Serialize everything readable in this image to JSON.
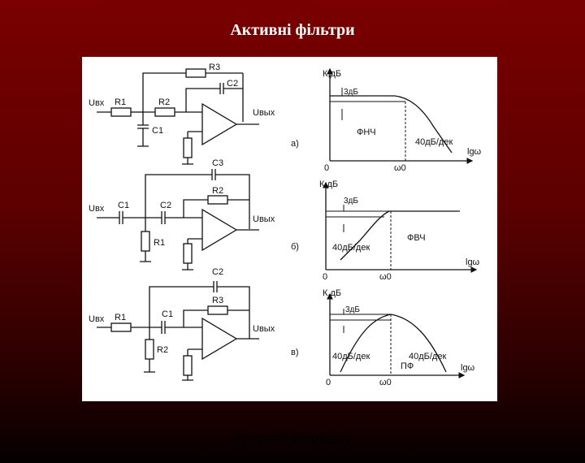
{
  "slide": {
    "title": "Активні фільтри",
    "footer": "другого порядку"
  },
  "circuits": [
    {
      "panel_label": "а)",
      "input_label": "Uвх",
      "output_label": "Uвых",
      "components": {
        "r1": "R1",
        "r2": "R2",
        "r3": "R3",
        "c1": "C1",
        "c2": "C2"
      }
    },
    {
      "panel_label": "б)",
      "input_label": "Uвх",
      "output_label": "Uвых",
      "components": {
        "c1": "C1",
        "c2": "C2",
        "c3": "C3",
        "r1": "R1",
        "r2": "R2"
      }
    },
    {
      "panel_label": "в)",
      "input_label": "Uвх",
      "output_label": "Uвых",
      "components": {
        "r1": "R1",
        "c1": "C1",
        "r2": "R2",
        "r3": "R3",
        "c2": "C2"
      }
    }
  ],
  "graphs": [
    {
      "ylabel": "К,дБ",
      "xlabel": "lgω",
      "origin": "0",
      "cutoff": "ω0",
      "drop_label": "3дБ",
      "filter_label": "ФНЧ",
      "slope_labels": [
        "40дБ/дек"
      ]
    },
    {
      "ylabel": "К,дБ",
      "xlabel": "lgω",
      "origin": "0",
      "cutoff": "ω0",
      "drop_label": "3дБ",
      "filter_label": "ФВЧ",
      "slope_labels": [
        "40дБ/дек"
      ]
    },
    {
      "ylabel": "К,дБ",
      "xlabel": "lgω",
      "origin": "0",
      "cutoff": "ω0",
      "drop_label": "3дБ",
      "filter_label": "ПФ",
      "slope_labels": [
        "40дБ/дек",
        "40дБ/дек"
      ]
    }
  ]
}
